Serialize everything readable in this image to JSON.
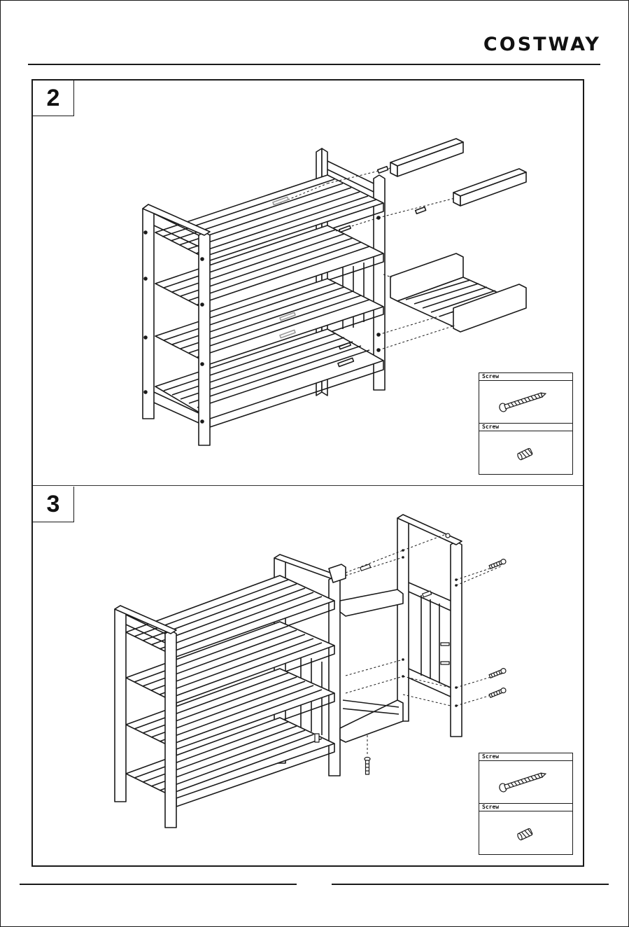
{
  "header": {
    "brand": "COSTWAY"
  },
  "steps": [
    {
      "number": "2",
      "parts": [
        {
          "label": "Screw",
          "icon": "long-screw-icon"
        },
        {
          "label": "Screw",
          "icon": "dowel-screw-icon"
        }
      ]
    },
    {
      "number": "3",
      "parts": [
        {
          "label": "Screw",
          "icon": "long-screw-icon"
        },
        {
          "label": "Screw",
          "icon": "dowel-screw-icon"
        }
      ]
    }
  ],
  "colors": {
    "line": "#1a1a1a",
    "background": "#ffffff"
  }
}
